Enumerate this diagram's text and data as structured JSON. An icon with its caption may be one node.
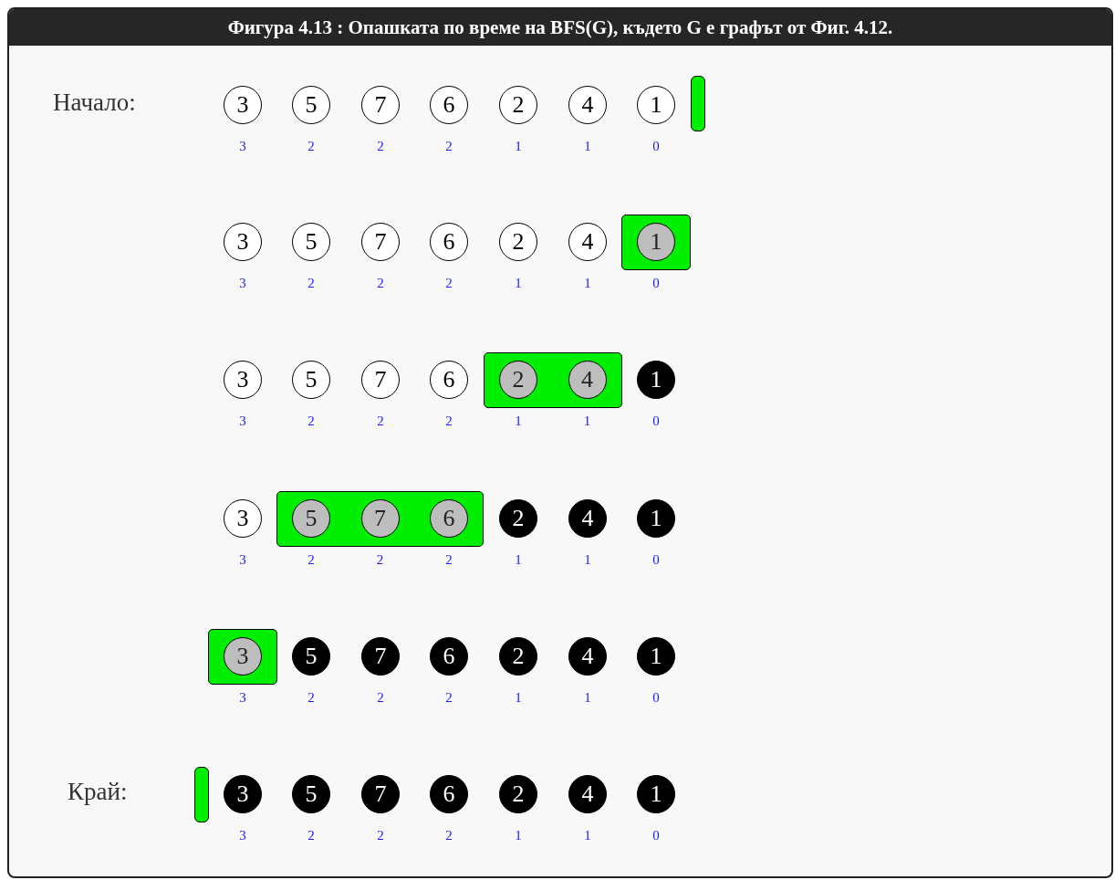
{
  "diagram": {
    "title": "Фигура 4.13 : Опашката по време на BFS(G), където G е графът от Фиг. 4.12.",
    "nodes": [
      {
        "text": [
          "3"
        ],
        "beside": [
          "3"
        ]
      },
      {
        "text": [
          "5"
        ],
        "beside": [
          "2"
        ]
      },
      {
        "text": [
          "7"
        ],
        "beside": [
          "2"
        ]
      },
      {
        "text": [
          "6"
        ],
        "beside": [
          "2"
        ]
      },
      {
        "text": [
          "2"
        ],
        "beside": [
          "1"
        ]
      },
      {
        "text": [
          "4"
        ],
        "beside": [
          "1"
        ]
      },
      {
        "text": [
          "1"
        ],
        "beside": [
          "0"
        ]
      },
      {
        "text": [],
        "shape": "bar"
      },
      {
        "text": [
          "3"
        ],
        "beside": [
          "3"
        ]
      },
      {
        "text": [
          "5"
        ],
        "beside": [
          "2"
        ]
      },
      {
        "text": [
          "7"
        ],
        "beside": [
          "2"
        ]
      },
      {
        "text": [
          "6"
        ],
        "beside": [
          "2"
        ]
      },
      {
        "text": [
          "2"
        ],
        "beside": [
          "1"
        ]
      },
      {
        "text": [
          "4"
        ],
        "beside": [
          "1"
        ]
      },
      {
        "text": [],
        "shape": "box"
      },
      {
        "text": [
          "1"
        ],
        "beside": [
          "0"
        ],
        "in": 14
      },
      {
        "text": [
          "3"
        ],
        "beside": [
          "3"
        ]
      },
      {
        "text": [
          "5"
        ],
        "beside": [
          "2"
        ]
      },
      {
        "text": [
          "7"
        ],
        "beside": [
          "2"
        ]
      },
      {
        "text": [
          "6"
        ],
        "beside": [
          "2"
        ]
      },
      {
        "text": [],
        "shape": "box"
      },
      {
        "text": [
          "2"
        ],
        "beside": [
          "1"
        ],
        "in": 20
      },
      {
        "text": [
          "4"
        ],
        "beside": [
          "1"
        ],
        "in": 20
      },
      {
        "text": [
          "1"
        ],
        "beside": [
          "0"
        ]
      },
      {
        "text": [
          "3"
        ],
        "beside": [
          "3"
        ]
      },
      {
        "text": [],
        "shape": "box"
      },
      {
        "text": [
          "5"
        ],
        "beside": [
          "2"
        ],
        "in": 25
      },
      {
        "text": [
          "7"
        ],
        "beside": [
          "2"
        ],
        "in": 25
      },
      {
        "text": [
          "6"
        ],
        "beside": [
          "2"
        ],
        "in": 25
      },
      {
        "text": [
          "2"
        ],
        "beside": [
          "1"
        ]
      },
      {
        "text": [
          "4"
        ],
        "beside": [
          "1"
        ]
      },
      {
        "text": [
          "1"
        ],
        "beside": [
          "0"
        ]
      },
      {
        "text": [],
        "shape": "box"
      },
      {
        "text": [
          "3"
        ],
        "beside": [
          "3"
        ],
        "in": 32
      },
      {
        "text": [
          "5"
        ],
        "beside": [
          "2"
        ]
      },
      {
        "text": [
          "7"
        ],
        "beside": [
          "2"
        ]
      },
      {
        "text": [
          "6"
        ],
        "beside": [
          "2"
        ]
      },
      {
        "text": [
          "2"
        ],
        "beside": [
          "1"
        ]
      },
      {
        "text": [
          "4"
        ],
        "beside": [
          "1"
        ]
      },
      {
        "text": [
          "1"
        ],
        "beside": [
          "0"
        ]
      },
      {
        "text": [],
        "shape": "bar"
      },
      {
        "text": [
          "3"
        ],
        "beside": [
          "3"
        ]
      },
      {
        "text": [
          "5"
        ],
        "beside": [
          "2"
        ]
      },
      {
        "text": [
          "7"
        ],
        "beside": [
          "2"
        ]
      },
      {
        "text": [
          "6"
        ],
        "beside": [
          "2"
        ]
      },
      {
        "text": [
          "2"
        ],
        "beside": [
          "1"
        ]
      },
      {
        "text": [
          "4"
        ],
        "beside": [
          "1"
        ]
      },
      {
        "text": [
          "1"
        ],
        "beside": [
          "0"
        ]
      }
    ],
    "labels": [
      "Начало:",
      "Край:"
    ]
  }
}
